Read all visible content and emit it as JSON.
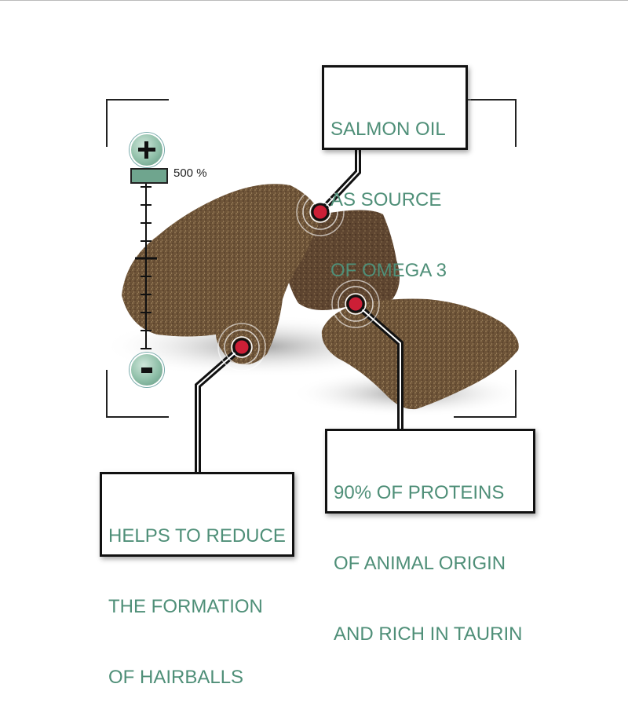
{
  "callouts": {
    "salmon_oil": {
      "lines": [
        "SALMON OIL",
        "AS SOURCE",
        "OF OMEGA 3"
      ]
    },
    "proteins": {
      "lines": [
        "90% OF PROTEINS",
        "OF ANIMAL ORIGIN",
        "AND RICH IN TAURIN"
      ]
    },
    "hairballs": {
      "lines": [
        "HELPS TO REDUCE",
        "THE FORMATION",
        "OF HAIRBALLS"
      ]
    }
  },
  "zoom_control": {
    "plus_icon": "plus-icon",
    "minus_icon": "minus-icon",
    "level_label": "500 %"
  },
  "colors": {
    "text_green": "#4f8f78",
    "button_green": "#8fbfa8",
    "marker_red": "#cc1f36",
    "kibble_brown": "#6b5238"
  }
}
